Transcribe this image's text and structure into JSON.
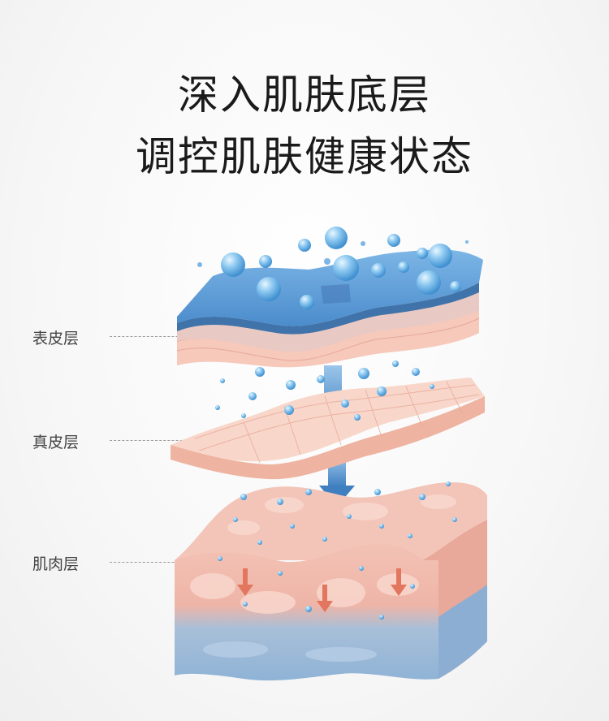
{
  "headline": {
    "line1": "深入肌肤底层",
    "line2": "调控肌肤健康状态"
  },
  "layers": [
    {
      "label": "表皮层"
    },
    {
      "label": "真皮层"
    },
    {
      "label": "肌肉层"
    }
  ],
  "colors": {
    "epidermis_top": "#5b9bd5",
    "skin_pink": "#f5c3b4",
    "arrow_blue": "#4a86c5",
    "muscle_blue": "#9cb9d8",
    "droplet": "#6fb6ea"
  }
}
